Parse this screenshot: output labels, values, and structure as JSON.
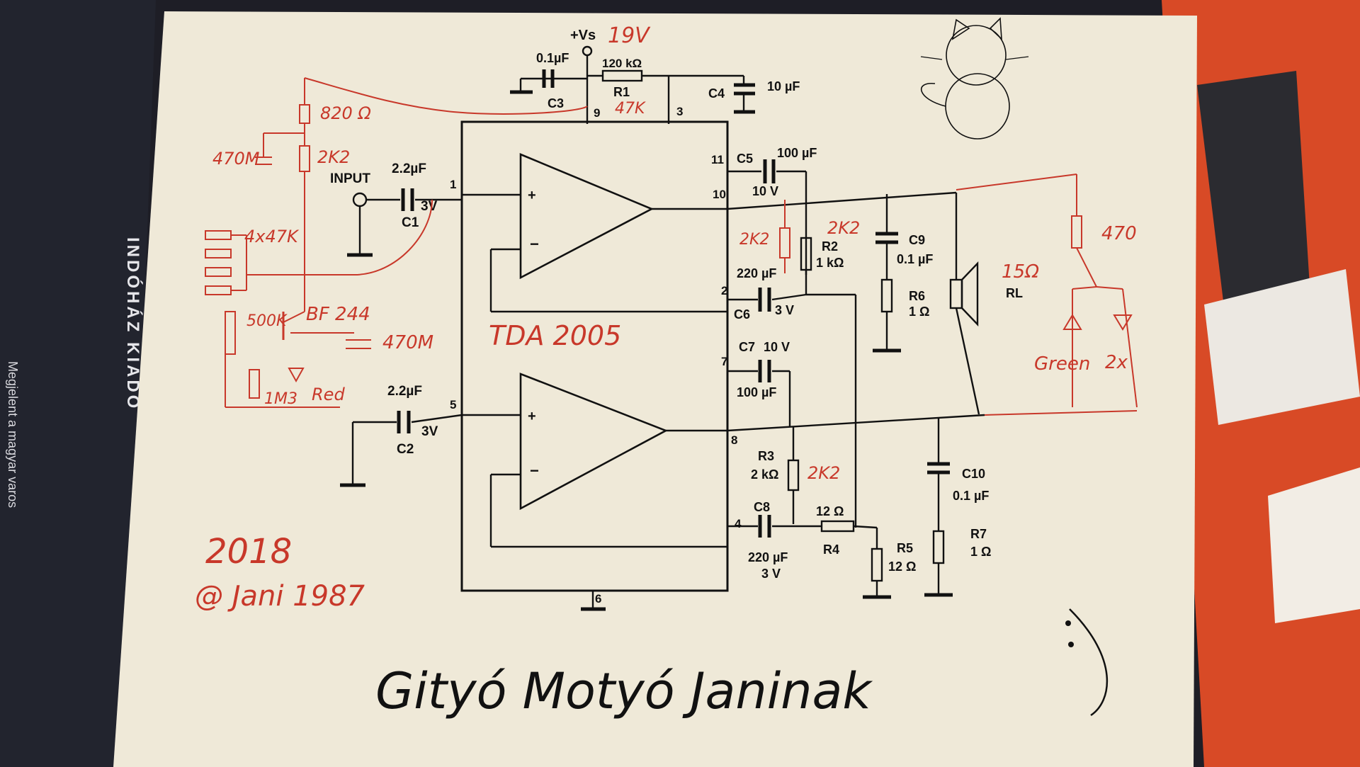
{
  "book": {
    "spine_publisher": "INDÓHÁZ KIADÓ",
    "spine_line": "Megjelent a magyar varos"
  },
  "schematic": {
    "supply": {
      "label": "+Vs",
      "handwritten": "19V"
    },
    "chip_label": "TDA 2005",
    "input_label": "INPUT",
    "pins": [
      "9",
      "3",
      "1",
      "11",
      "10",
      "2",
      "7",
      "5",
      "8",
      "4",
      "6"
    ],
    "components": {
      "c3": {
        "name": "C3",
        "value": "0.1µF"
      },
      "r1": {
        "name": "R1",
        "value": "120 kΩ",
        "mod": "47K"
      },
      "c4": {
        "name": "C4",
        "value": "10 µF"
      },
      "c1": {
        "name": "C1",
        "value": "2.2µF",
        "voltage": "3V"
      },
      "c2": {
        "name": "C2",
        "value": "2.2µF",
        "voltage": "3V"
      },
      "c5": {
        "name": "C5",
        "value": "100 µF",
        "voltage": "10 V"
      },
      "c6": {
        "name": "C6",
        "value": "220 µF",
        "voltage": "3 V"
      },
      "c7": {
        "name": "C7",
        "value": "100 µF",
        "voltage": "10 V"
      },
      "c8": {
        "name": "C8",
        "value": "220 µF",
        "voltage": "3 V"
      },
      "c9": {
        "name": "C9",
        "value": "0.1 µF"
      },
      "c10": {
        "name": "C10",
        "value": "0.1 µF"
      },
      "r2": {
        "name": "R2",
        "value": "1 kΩ",
        "mod": "2K2"
      },
      "r3": {
        "name": "R3",
        "value": "2 kΩ",
        "mod": "2K2"
      },
      "r4": {
        "name": "R4",
        "value": "12 Ω"
      },
      "r5": {
        "name": "R5",
        "value": "12 Ω"
      },
      "r6": {
        "name": "R6",
        "value": "1 Ω"
      },
      "r7": {
        "name": "R7",
        "value": "1 Ω"
      },
      "rl": {
        "name": "RL",
        "mod": "15Ω"
      }
    },
    "red_notes": {
      "r_top": "820 Ω",
      "r_2k2_left": "2K2",
      "cap_470": "470M",
      "resistors": "4x47K",
      "pot": "500K",
      "transistor": "BF 244",
      "cap_470m": "470M",
      "r_1m": "1M3",
      "led_red": "Red",
      "extra_2k2": "2K2",
      "led_r": "470",
      "led_green": "Green",
      "led_x": "2x"
    },
    "signature": {
      "year": "2018",
      "credit": "@ Jani 1987"
    },
    "dedication": "Gityó Motyó Janinak"
  }
}
